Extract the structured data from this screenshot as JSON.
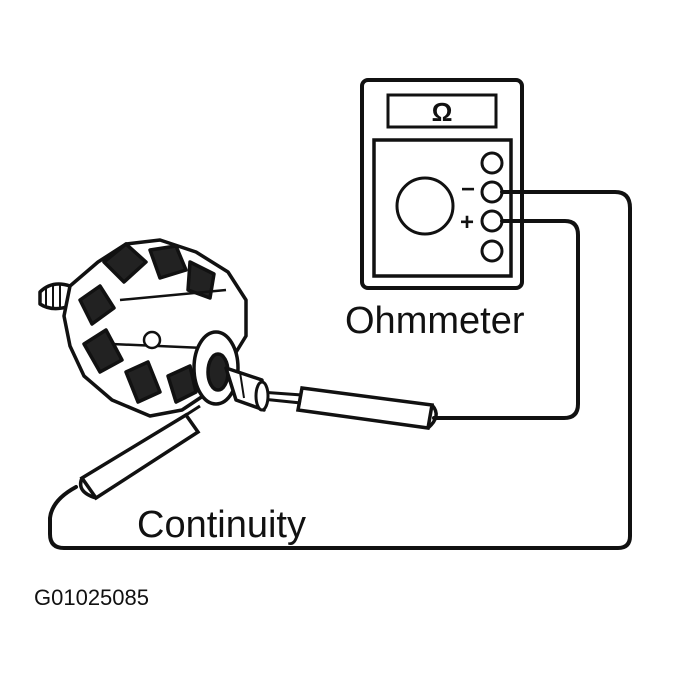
{
  "meter": {
    "display_symbol": "Ω",
    "minus_label": "−",
    "plus_label": "+",
    "name": "Ohmmeter"
  },
  "result_label": "Continuity",
  "figure_id": "G01025085",
  "colors": {
    "ink": "#111111",
    "paper": "#ffffff"
  }
}
